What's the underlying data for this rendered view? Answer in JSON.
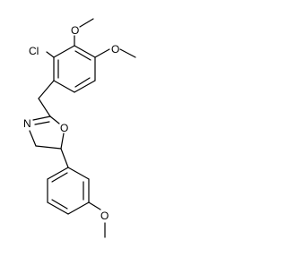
{
  "molecule": {
    "atoms": {
      "chlorine": "Cl",
      "ring_nitrogen": "N",
      "ring_oxygen": "O",
      "methoxy_oxygen_3": "O",
      "methoxy_oxygen_4": "O",
      "methoxy_oxygen_para": "O"
    }
  },
  "colors": {
    "bond": "#000000",
    "label": "#000000",
    "background": "#ffffff"
  }
}
